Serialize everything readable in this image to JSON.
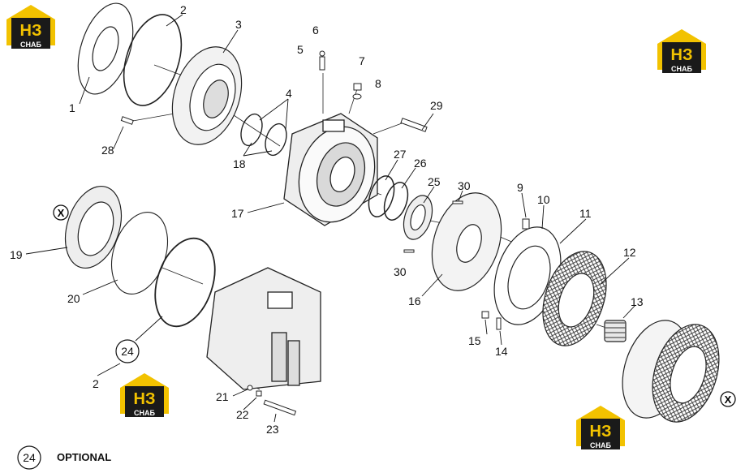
{
  "logo": {
    "main": "НЗ",
    "sub": "СНАБ",
    "accent_color": "#f2c200",
    "dark_color": "#1a1a1a"
  },
  "labels": {
    "p1": "1",
    "p2a": "2",
    "p2b": "2",
    "p3": "3",
    "p4": "4",
    "p5": "5",
    "p6": "6",
    "p7": "7",
    "p8": "8",
    "p9": "9",
    "p10": "10",
    "p11": "11",
    "p12": "12",
    "p13": "13",
    "p14": "14",
    "p15": "15",
    "p16": "16",
    "p17": "17",
    "p18": "18",
    "p19": "19",
    "p20": "20",
    "p21": "21",
    "p22": "22",
    "p23": "23",
    "p24": "24",
    "p25": "25",
    "p26": "26",
    "p27": "27",
    "p28": "28",
    "p29": "29",
    "p30a": "30",
    "p30b": "30"
  },
  "marker_x": "X",
  "legend": {
    "circle": "24",
    "text": "OPTIONAL"
  }
}
